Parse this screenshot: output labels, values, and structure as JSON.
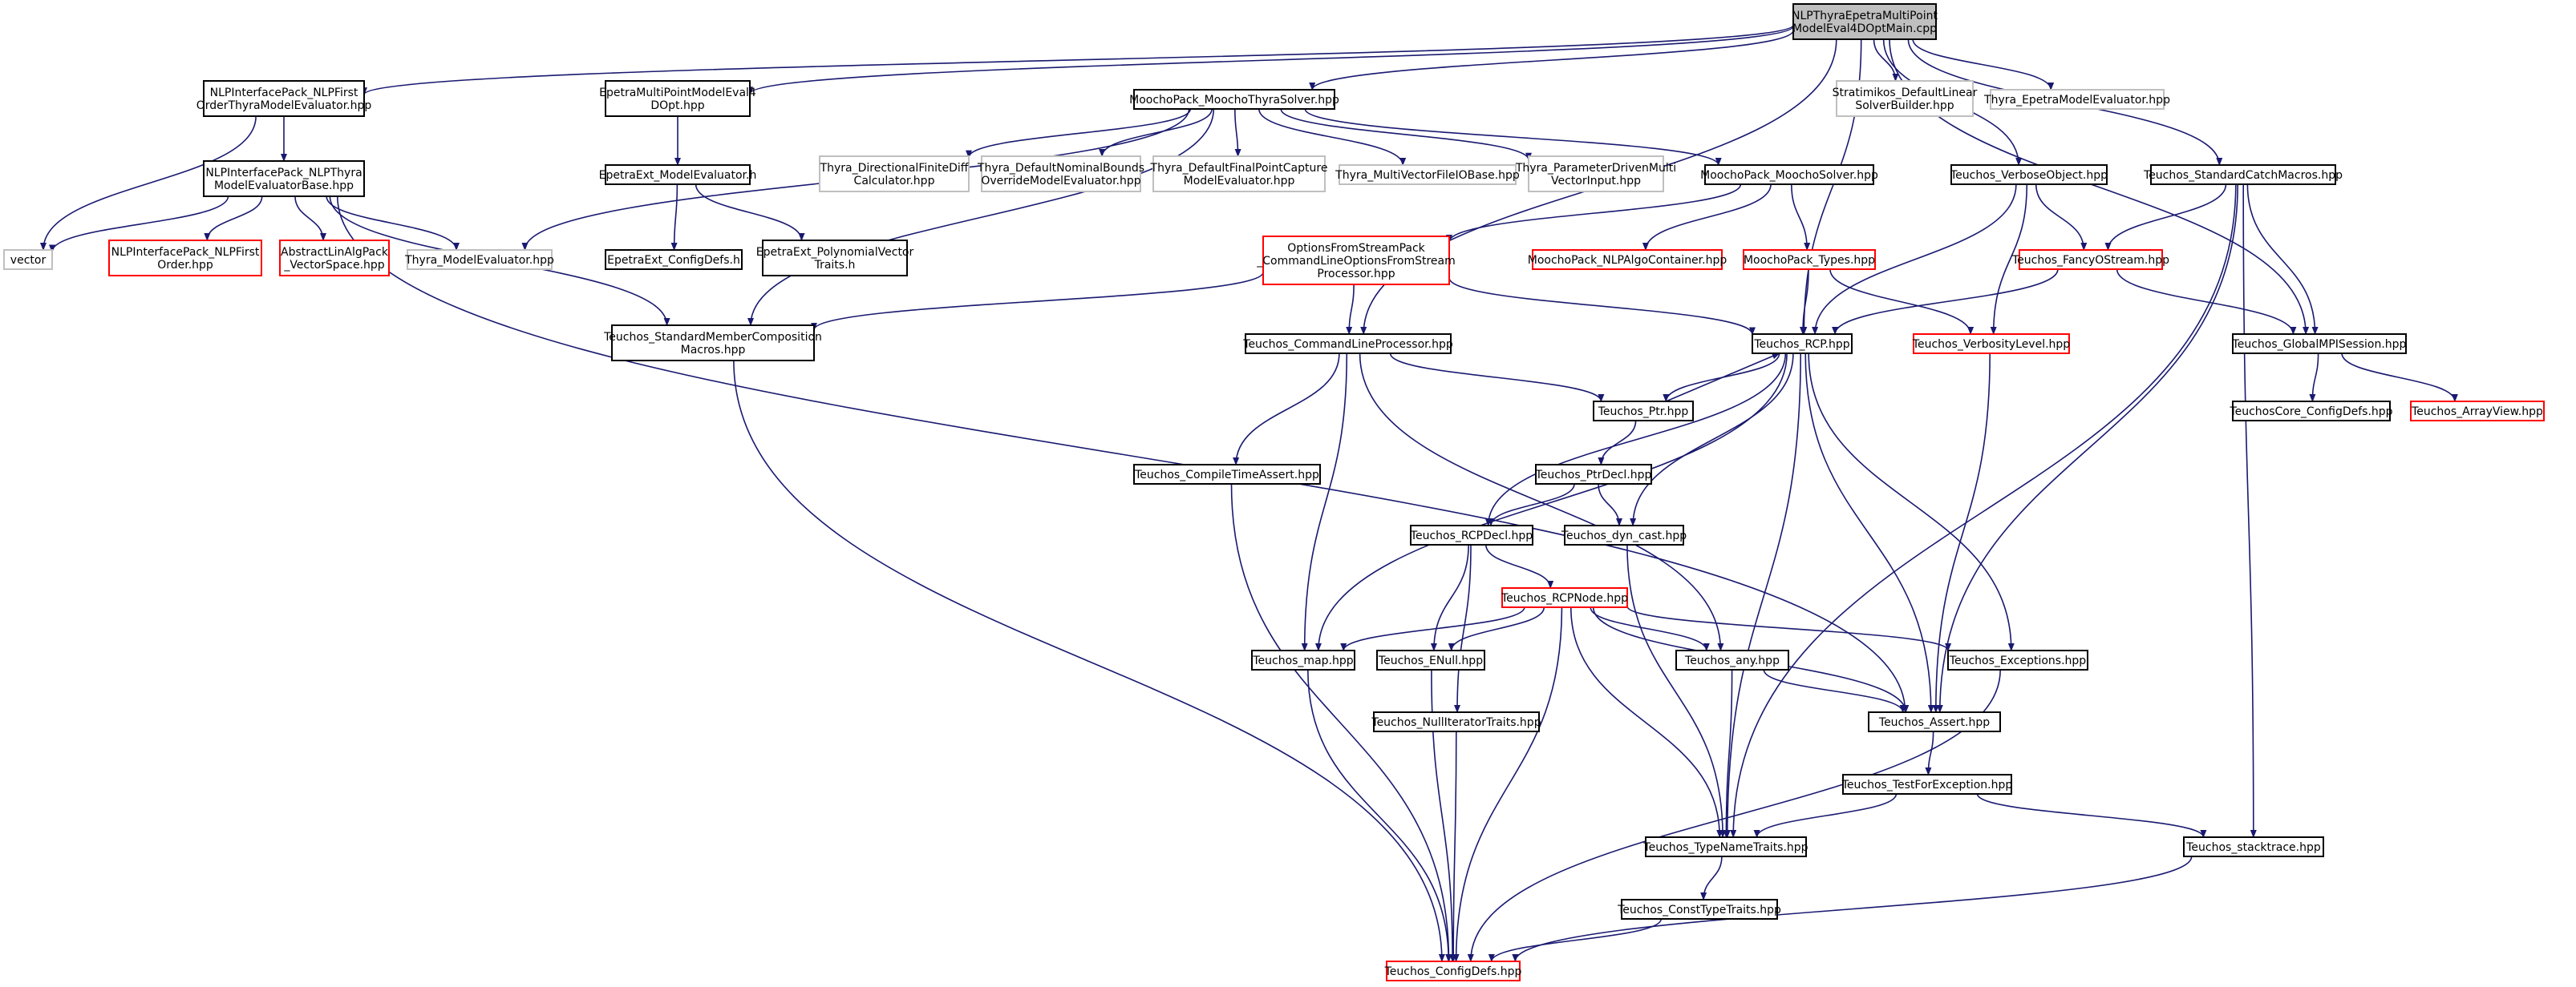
{
  "colors": {
    "root_fill": "#bfbfbf",
    "normal_border": "#000000",
    "missing_border": "#bfbfbf",
    "truncated_border": "#ff0000",
    "edge": "#191970"
  },
  "nodes": {
    "root": {
      "lines": [
        "NLPThyraEpetraMultiPoint",
        "ModelEval4DOptMain.cpp"
      ],
      "kind": "root"
    },
    "nlp_first_order_thyra": {
      "lines": [
        "NLPInterfacePack_NLPFirst",
        "OrderThyraModelEvaluator.hpp"
      ],
      "kind": "normal"
    },
    "epetra_mp": {
      "lines": [
        "EpetraMultiPointModelEval4",
        "DOpt.hpp"
      ],
      "kind": "normal"
    },
    "moocho_thyra_solver": {
      "lines": [
        "MoochoPack_MoochoThyraSolver.hpp"
      ],
      "kind": "normal"
    },
    "stratimikos": {
      "lines": [
        "Stratimikos_DefaultLinear",
        "SolverBuilder.hpp"
      ],
      "kind": "missing"
    },
    "thyra_epetra_me": {
      "lines": [
        "Thyra_EpetraModelEvaluator.hpp"
      ],
      "kind": "missing"
    },
    "nlp_thyra_base": {
      "lines": [
        "NLPInterfacePack_NLPThyra",
        "ModelEvaluatorBase.hpp"
      ],
      "kind": "normal"
    },
    "epetraext_me": {
      "lines": [
        "EpetraExt_ModelEvaluator.h"
      ],
      "kind": "normal"
    },
    "thyra_dir_fd": {
      "lines": [
        "Thyra_DirectionalFiniteDiff",
        "Calculator.hpp"
      ],
      "kind": "missing"
    },
    "thyra_def_nom": {
      "lines": [
        "Thyra_DefaultNominalBounds",
        "OverrideModelEvaluator.hpp"
      ],
      "kind": "missing"
    },
    "thyra_def_final": {
      "lines": [
        "Thyra_DefaultFinalPointCapture",
        "ModelEvaluator.hpp"
      ],
      "kind": "missing"
    },
    "thyra_mv_io": {
      "lines": [
        "Thyra_MultiVectorFileIOBase.hpp"
      ],
      "kind": "missing"
    },
    "thyra_param": {
      "lines": [
        "Thyra_ParameterDrivenMulti",
        "VectorInput.hpp"
      ],
      "kind": "missing"
    },
    "moocho_solver": {
      "lines": [
        "MoochoPack_MoochoSolver.hpp"
      ],
      "kind": "normal"
    },
    "verbose_object": {
      "lines": [
        "Teuchos_VerboseObject.hpp"
      ],
      "kind": "normal"
    },
    "std_catch": {
      "lines": [
        "Teuchos_StandardCatchMacros.hpp"
      ],
      "kind": "normal"
    },
    "vector": {
      "lines": [
        "vector"
      ],
      "kind": "missing"
    },
    "nlp_first_order": {
      "lines": [
        "NLPInterfacePack_NLPFirst",
        "Order.hpp"
      ],
      "kind": "truncated"
    },
    "abstract_linalg": {
      "lines": [
        "AbstractLinAlgPack",
        "_VectorSpace.hpp"
      ],
      "kind": "truncated"
    },
    "thyra_me": {
      "lines": [
        "Thyra_ModelEvaluator.hpp"
      ],
      "kind": "missing"
    },
    "epetraext_config": {
      "lines": [
        "EpetraExt_ConfigDefs.h"
      ],
      "kind": "normal"
    },
    "epetraext_poly": {
      "lines": [
        "EpetraExt_PolynomialVector",
        "Traits.h"
      ],
      "kind": "normal"
    },
    "options_stream": {
      "lines": [
        "OptionsFromStreamPack",
        "_CommandLineOptionsFromStream",
        "Processor.hpp"
      ],
      "kind": "truncated"
    },
    "nlp_algo": {
      "lines": [
        "MoochoPack_NLPAlgoContainer.hpp"
      ],
      "kind": "truncated"
    },
    "moocho_types": {
      "lines": [
        "MoochoPack_Types.hpp"
      ],
      "kind": "truncated"
    },
    "fancy_ostream": {
      "lines": [
        "Teuchos_FancyOStream.hpp"
      ],
      "kind": "truncated"
    },
    "std_member": {
      "lines": [
        "Teuchos_StandardMemberComposition",
        "Macros.hpp"
      ],
      "kind": "normal"
    },
    "cmdline": {
      "lines": [
        "Teuchos_CommandLineProcessor.hpp"
      ],
      "kind": "normal"
    },
    "rcp": {
      "lines": [
        "Teuchos_RCP.hpp"
      ],
      "kind": "normal"
    },
    "verbosity": {
      "lines": [
        "Teuchos_VerbosityLevel.hpp"
      ],
      "kind": "truncated"
    },
    "global_mpi": {
      "lines": [
        "Teuchos_GlobalMPISession.hpp"
      ],
      "kind": "normal"
    },
    "ptr": {
      "lines": [
        "Teuchos_Ptr.hpp"
      ],
      "kind": "normal"
    },
    "core_config": {
      "lines": [
        "TeuchosCore_ConfigDefs.hpp"
      ],
      "kind": "normal"
    },
    "arrayview": {
      "lines": [
        "Teuchos_ArrayView.hpp"
      ],
      "kind": "truncated"
    },
    "compile_time": {
      "lines": [
        "Teuchos_CompileTimeAssert.hpp"
      ],
      "kind": "normal"
    },
    "ptr_decl": {
      "lines": [
        "Teuchos_PtrDecl.hpp"
      ],
      "kind": "normal"
    },
    "rcp_decl": {
      "lines": [
        "Teuchos_RCPDecl.hpp"
      ],
      "kind": "normal"
    },
    "dyn_cast": {
      "lines": [
        "Teuchos_dyn_cast.hpp"
      ],
      "kind": "normal"
    },
    "rcp_node": {
      "lines": [
        "Teuchos_RCPNode.hpp"
      ],
      "kind": "truncated"
    },
    "map": {
      "lines": [
        "Teuchos_map.hpp"
      ],
      "kind": "normal"
    },
    "enull": {
      "lines": [
        "Teuchos_ENull.hpp"
      ],
      "kind": "normal"
    },
    "any": {
      "lines": [
        "Teuchos_any.hpp"
      ],
      "kind": "normal"
    },
    "exceptions": {
      "lines": [
        "Teuchos_Exceptions.hpp"
      ],
      "kind": "normal"
    },
    "null_iter": {
      "lines": [
        "Teuchos_NullIteratorTraits.hpp"
      ],
      "kind": "normal"
    },
    "assert": {
      "lines": [
        "Teuchos_Assert.hpp"
      ],
      "kind": "normal"
    },
    "test_exc": {
      "lines": [
        "Teuchos_TestForException.hpp"
      ],
      "kind": "normal"
    },
    "type_name": {
      "lines": [
        "Teuchos_TypeNameTraits.hpp"
      ],
      "kind": "normal"
    },
    "stacktrace": {
      "lines": [
        "Teuchos_stacktrace.hpp"
      ],
      "kind": "normal"
    },
    "const_type": {
      "lines": [
        "Teuchos_ConstTypeTraits.hpp"
      ],
      "kind": "normal"
    },
    "config_defs": {
      "lines": [
        "Teuchos_ConfigDefs.hpp"
      ],
      "kind": "truncated"
    }
  },
  "edges": [
    [
      "root",
      "nlp_first_order_thyra"
    ],
    [
      "root",
      "epetra_mp"
    ],
    [
      "root",
      "moocho_thyra_solver"
    ],
    [
      "root",
      "stratimikos"
    ],
    [
      "root",
      "thyra_epetra_me"
    ],
    [
      "root",
      "verbose_object"
    ],
    [
      "root",
      "std_catch"
    ],
    [
      "root",
      "global_mpi"
    ],
    [
      "root",
      "rcp"
    ],
    [
      "root",
      "cmdline"
    ],
    [
      "nlp_first_order_thyra",
      "nlp_thyra_base"
    ],
    [
      "nlp_first_order_thyra",
      "vector"
    ],
    [
      "nlp_thyra_base",
      "vector"
    ],
    [
      "nlp_thyra_base",
      "nlp_first_order"
    ],
    [
      "nlp_thyra_base",
      "abstract_linalg"
    ],
    [
      "nlp_thyra_base",
      "thyra_me"
    ],
    [
      "nlp_thyra_base",
      "std_member"
    ],
    [
      "nlp_thyra_base",
      "assert"
    ],
    [
      "epetra_mp",
      "epetraext_me"
    ],
    [
      "epetraext_me",
      "epetraext_config"
    ],
    [
      "epetraext_me",
      "epetraext_poly"
    ],
    [
      "moocho_thyra_solver",
      "thyra_dir_fd"
    ],
    [
      "moocho_thyra_solver",
      "thyra_def_nom"
    ],
    [
      "moocho_thyra_solver",
      "thyra_def_final"
    ],
    [
      "moocho_thyra_solver",
      "thyra_mv_io"
    ],
    [
      "moocho_thyra_solver",
      "thyra_param"
    ],
    [
      "moocho_thyra_solver",
      "moocho_solver"
    ],
    [
      "moocho_thyra_solver",
      "std_member"
    ],
    [
      "moocho_thyra_solver",
      "thyra_me"
    ],
    [
      "moocho_solver",
      "options_stream"
    ],
    [
      "moocho_solver",
      "nlp_algo"
    ],
    [
      "moocho_solver",
      "moocho_types"
    ],
    [
      "options_stream",
      "std_member"
    ],
    [
      "options_stream",
      "cmdline"
    ],
    [
      "options_stream",
      "rcp"
    ],
    [
      "moocho_types",
      "rcp"
    ],
    [
      "moocho_types",
      "verbosity"
    ],
    [
      "verbose_object",
      "fancy_ostream"
    ],
    [
      "verbose_object",
      "verbosity"
    ],
    [
      "verbose_object",
      "rcp"
    ],
    [
      "std_catch",
      "fancy_ostream"
    ],
    [
      "std_catch",
      "global_mpi"
    ],
    [
      "std_catch",
      "assert"
    ],
    [
      "std_catch",
      "type_name"
    ],
    [
      "std_catch",
      "stacktrace"
    ],
    [
      "fancy_ostream",
      "rcp"
    ],
    [
      "fancy_ostream",
      "global_mpi"
    ],
    [
      "global_mpi",
      "core_config"
    ],
    [
      "global_mpi",
      "arrayview"
    ],
    [
      "verbosity",
      "assert"
    ],
    [
      "std_member",
      "config_defs"
    ],
    [
      "cmdline",
      "ptr"
    ],
    [
      "cmdline",
      "compile_time"
    ],
    [
      "cmdline",
      "map"
    ],
    [
      "cmdline",
      "any"
    ],
    [
      "rcp",
      "ptr"
    ],
    [
      "rcp",
      "rcp_decl"
    ],
    [
      "rcp",
      "dyn_cast"
    ],
    [
      "rcp",
      "map"
    ],
    [
      "rcp",
      "assert"
    ],
    [
      "rcp",
      "exceptions"
    ],
    [
      "rcp",
      "type_name"
    ],
    [
      "ptr",
      "rcp"
    ],
    [
      "ptr",
      "ptr_decl"
    ],
    [
      "ptr_decl",
      "rcp_decl"
    ],
    [
      "ptr_decl",
      "dyn_cast"
    ],
    [
      "rcp_decl",
      "rcp_node"
    ],
    [
      "rcp_decl",
      "enull"
    ],
    [
      "rcp_decl",
      "null_iter"
    ],
    [
      "rcp_node",
      "map"
    ],
    [
      "rcp_node",
      "enull"
    ],
    [
      "rcp_node",
      "any"
    ],
    [
      "rcp_node",
      "exceptions"
    ],
    [
      "rcp_node",
      "assert"
    ],
    [
      "rcp_node",
      "type_name"
    ],
    [
      "rcp_node",
      "config_defs"
    ],
    [
      "dyn_cast",
      "type_name"
    ],
    [
      "compile_time",
      "config_defs"
    ],
    [
      "map",
      "config_defs"
    ],
    [
      "enull",
      "config_defs"
    ],
    [
      "any",
      "assert"
    ],
    [
      "any",
      "type_name"
    ],
    [
      "exceptions",
      "config_defs"
    ],
    [
      "null_iter",
      "config_defs"
    ],
    [
      "assert",
      "test_exc"
    ],
    [
      "test_exc",
      "type_name"
    ],
    [
      "test_exc",
      "stacktrace"
    ],
    [
      "type_name",
      "const_type"
    ],
    [
      "const_type",
      "config_defs"
    ],
    [
      "stacktrace",
      "config_defs"
    ]
  ]
}
